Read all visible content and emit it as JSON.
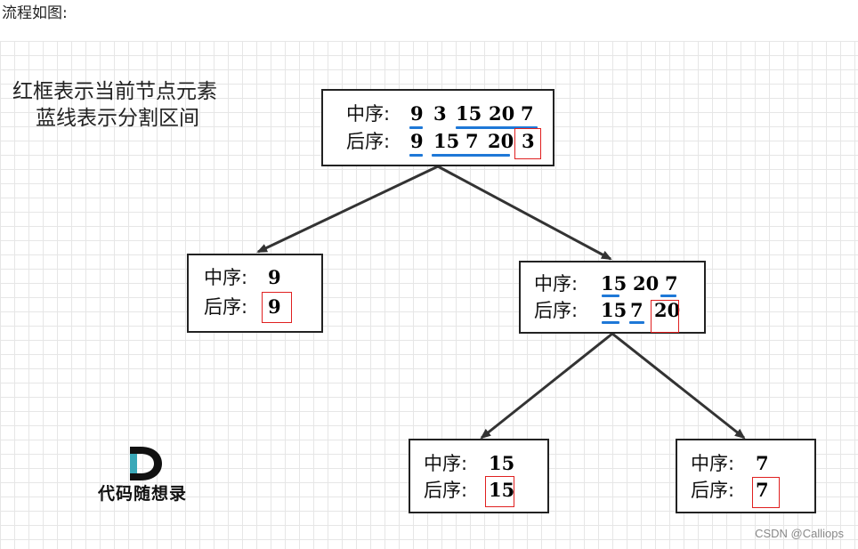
{
  "caption": "流程如图:",
  "legend": {
    "line1": "红框表示当前节点元素",
    "line2": "蓝线表示分割区间"
  },
  "nodes": {
    "root": {
      "inorder_label": "中序:",
      "postorder_label": "后序:",
      "inorder": [
        "9",
        "3",
        "15",
        "20",
        "7"
      ],
      "postorder": [
        "9",
        "15",
        "7",
        "20",
        "3"
      ]
    },
    "left": {
      "inorder_label": "中序:",
      "postorder_label": "后序:",
      "inorder": [
        "9"
      ],
      "postorder": [
        "9"
      ]
    },
    "right": {
      "inorder_label": "中序:",
      "postorder_label": "后序:",
      "inorder": [
        "15",
        "20",
        "7"
      ],
      "postorder": [
        "15",
        "7",
        "20"
      ]
    },
    "right_left": {
      "inorder_label": "中序:",
      "postorder_label": "后序:",
      "inorder": [
        "15"
      ],
      "postorder": [
        "15"
      ]
    },
    "right_right": {
      "inorder_label": "中序:",
      "postorder_label": "后序:",
      "inorder": [
        "7"
      ],
      "postorder": [
        "7"
      ]
    }
  },
  "colors": {
    "split_line": "#1e78d7",
    "current_box": "#e02020",
    "edge": "#333333"
  },
  "logo": {
    "letter": "D",
    "text": "代码随想录"
  },
  "watermark": "CSDN @Calliops"
}
